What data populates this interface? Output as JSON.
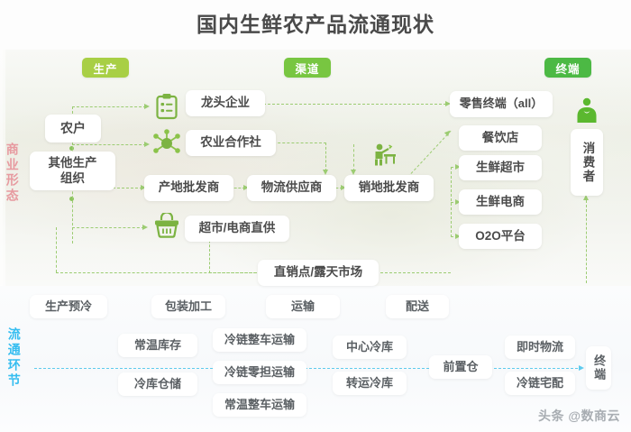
{
  "page": {
    "title": "国内生鲜农产品流通现状",
    "watermark": "头条 @数商云"
  },
  "colors": {
    "badge_production": "#a8cf45",
    "badge_channel": "#78c641",
    "badge_terminal": "#4cb944",
    "green_line": "#9ccc72",
    "blue_line": "#5ecbee",
    "biz_label": "#e79aa0",
    "link_label": "#35bdf0",
    "icon_green": "#7cb342",
    "text": "#4b4b4b"
  },
  "stage_badges": [
    {
      "id": "production",
      "label": "生产"
    },
    {
      "id": "channel",
      "label": "渠道"
    },
    {
      "id": "terminal",
      "label": "终端"
    }
  ],
  "side_labels": {
    "business_form": "商业形态",
    "circulation_link": "流通环节"
  },
  "icons": {
    "clipboard": "clipboard-icon",
    "network": "network-hub-icon",
    "basket": "shopping-basket-icon",
    "desk_person": "person-at-desk-icon",
    "consumer": "consumer-person-icon"
  },
  "business_nodes": {
    "producers": [
      {
        "id": "farmer",
        "label": "农户"
      },
      {
        "id": "other-producers",
        "label": "其他生产\n组织"
      }
    ],
    "channel_left": [
      {
        "id": "leading-enterprise",
        "label": "龙头企业"
      },
      {
        "id": "agri-coop",
        "label": "农业合作社"
      },
      {
        "id": "origin-wholesaler",
        "label": "产地批发商"
      },
      {
        "id": "supermarket-direct",
        "label": "超市/电商直供"
      }
    ],
    "channel_mid": [
      {
        "id": "logistics-supplier",
        "label": "物流供应商"
      },
      {
        "id": "sales-wholesaler",
        "label": "销地批发商"
      }
    ],
    "terminals": [
      {
        "id": "retail-all",
        "label": "零售终端（all）"
      },
      {
        "id": "restaurant",
        "label": "餐饮店"
      },
      {
        "id": "fresh-supermarket",
        "label": "生鲜超市"
      },
      {
        "id": "fresh-ecommerce",
        "label": "生鲜电商"
      },
      {
        "id": "o2o-platform",
        "label": "O2O平台"
      }
    ],
    "direct_market": {
      "id": "direct-market",
      "label": "直销点/露天市场"
    },
    "consumer": {
      "id": "consumer",
      "label": "消费者"
    }
  },
  "circulation_nodes": {
    "stages": [
      {
        "id": "pre-cooling",
        "label": "生产预冷"
      },
      {
        "id": "packing-processing",
        "label": "包装加工"
      },
      {
        "id": "transport",
        "label": "运输"
      },
      {
        "id": "delivery",
        "label": "配送"
      }
    ],
    "storage": [
      {
        "id": "ambient-inventory",
        "label": "常温库存"
      },
      {
        "id": "cold-storage",
        "label": "冷库仓储"
      }
    ],
    "transport_modes": [
      {
        "id": "cold-chain-ftl",
        "label": "冷链整车运输"
      },
      {
        "id": "cold-chain-ltl",
        "label": "冷链零担运输"
      },
      {
        "id": "ambient-ftl",
        "label": "常温整车运输"
      }
    ],
    "cold_hubs": [
      {
        "id": "central-cold-store",
        "label": "中心冷库"
      },
      {
        "id": "transfer-cold-store",
        "label": "转运冷库"
      }
    ],
    "forward_warehouse": {
      "id": "forward-warehouse",
      "label": "前置仓"
    },
    "last_mile": [
      {
        "id": "instant-logistics",
        "label": "即时物流"
      },
      {
        "id": "cold-chain-home-delivery",
        "label": "冷链宅配"
      }
    ],
    "terminal": {
      "id": "circulation-terminal",
      "label": "终端"
    }
  }
}
